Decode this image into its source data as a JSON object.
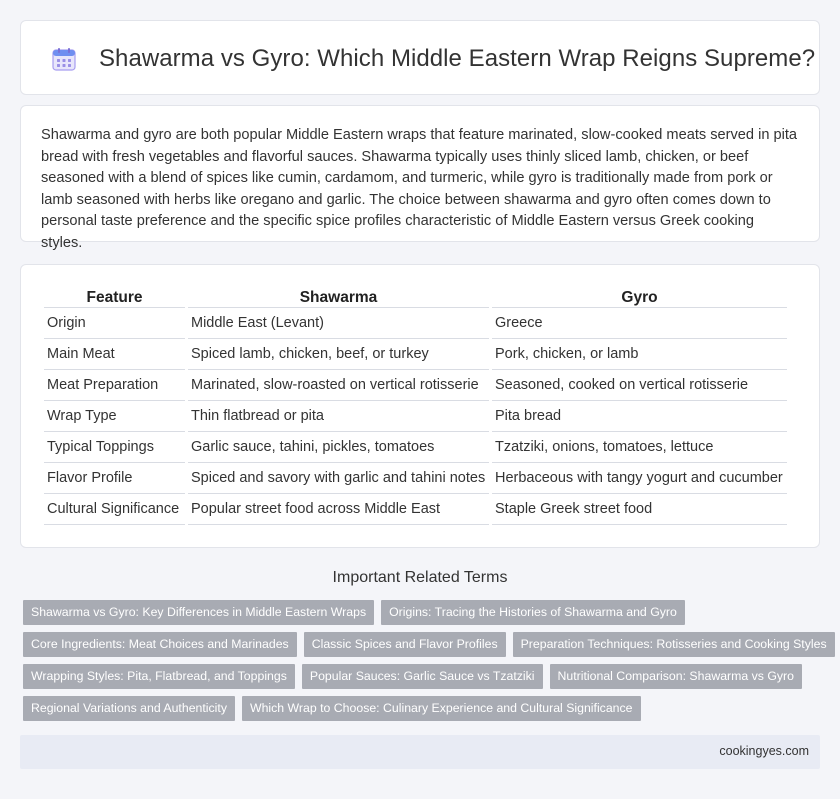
{
  "header": {
    "title": "Shawarma vs Gyro: Which Middle Eastern Wrap Reigns Supreme?",
    "icon": "calendar-icon"
  },
  "intro": {
    "text": "Shawarma and gyro are both popular Middle Eastern wraps that feature marinated, slow-cooked meats served in pita bread with fresh vegetables and flavorful sauces. Shawarma typically uses thinly sliced lamb, chicken, or beef seasoned with a blend of spices like cumin, cardamom, and turmeric, while gyro is traditionally made from pork or lamb seasoned with herbs like oregano and garlic. The choice between shawarma and gyro often comes down to personal taste preference and the specific spice profiles characteristic of Middle Eastern versus Greek cooking styles."
  },
  "table": {
    "headers": [
      "Feature",
      "Shawarma",
      "Gyro"
    ],
    "rows": [
      [
        "Origin",
        "Middle East (Levant)",
        "Greece"
      ],
      [
        "Main Meat",
        "Spiced lamb, chicken, beef, or turkey",
        "Pork, chicken, or lamb"
      ],
      [
        "Meat Preparation",
        "Marinated, slow-roasted on vertical rotisserie",
        "Seasoned, cooked on vertical rotisserie"
      ],
      [
        "Wrap Type",
        "Thin flatbread or pita",
        "Pita bread"
      ],
      [
        "Typical Toppings",
        "Garlic sauce, tahini, pickles, tomatoes",
        "Tzatziki, onions, tomatoes, lettuce"
      ],
      [
        "Flavor Profile",
        "Spiced and savory with garlic and tahini notes",
        "Herbaceous with tangy yogurt and cucumber"
      ],
      [
        "Cultural Significance",
        "Popular street food across Middle East",
        "Staple Greek street food"
      ]
    ]
  },
  "related": {
    "title": "Important Related Terms",
    "rows": [
      [
        "Shawarma vs Gyro: Key Differences in Middle Eastern Wraps",
        "Origins: Tracing the Histories of Shawarma and Gyro"
      ],
      [
        "Core Ingredients: Meat Choices and Marinades",
        "Classic Spices and Flavor Profiles",
        "Preparation Techniques: Rotisseries and Cooking Styles"
      ],
      [
        "Wrapping Styles: Pita, Flatbread, and Toppings",
        "Popular Sauces: Garlic Sauce vs Tzatziki",
        "Nutritional Comparison: Shawarma vs Gyro"
      ],
      [
        "Regional Variations and Authenticity",
        "Which Wrap to Choose: Culinary Experience and Cultural Significance"
      ]
    ]
  },
  "footer": {
    "site": "cookingyes.com"
  },
  "colors": {
    "tag_bg": "#a8abb3",
    "footer_bg": "#e8ebf4",
    "icon_accent": "#8b7fd8"
  }
}
